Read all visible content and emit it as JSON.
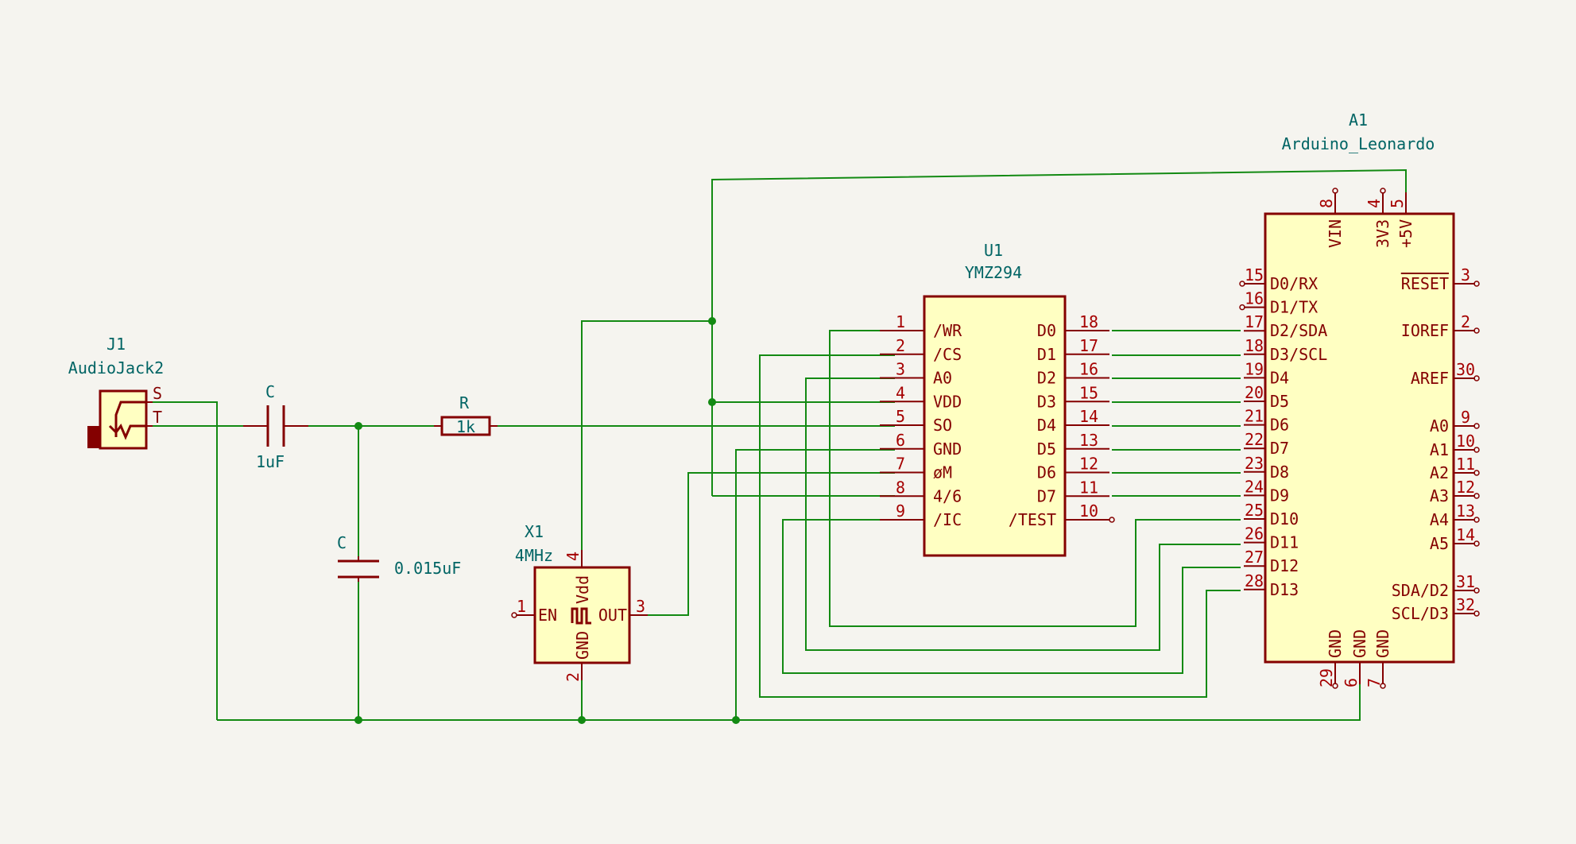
{
  "j1": {
    "ref": "J1",
    "value": "AudioJack2",
    "pins": {
      "s": "S",
      "t": "T"
    }
  },
  "c1": {
    "ref": "C",
    "value": "1uF"
  },
  "c2": {
    "ref": "C",
    "value": "0.015uF"
  },
  "r1": {
    "ref": "R",
    "value": "1k"
  },
  "x1": {
    "ref": "X1",
    "value": "4MHz",
    "pins": [
      {
        "num": "1",
        "name": "EN"
      },
      {
        "num": "3",
        "name": "OUT"
      },
      {
        "num": "4",
        "name": "Vdd"
      },
      {
        "num": "2",
        "name": "GND"
      }
    ]
  },
  "u1": {
    "ref": "U1",
    "value": "YMZ294",
    "left_pins": [
      {
        "num": "1",
        "name": "/WR"
      },
      {
        "num": "2",
        "name": "/CS"
      },
      {
        "num": "3",
        "name": "A0"
      },
      {
        "num": "4",
        "name": "VDD"
      },
      {
        "num": "5",
        "name": "SO"
      },
      {
        "num": "6",
        "name": "GND"
      },
      {
        "num": "7",
        "name": "øM"
      },
      {
        "num": "8",
        "name": "4/6"
      },
      {
        "num": "9",
        "name": "/IC"
      }
    ],
    "right_pins": [
      {
        "num": "18",
        "name": "D0"
      },
      {
        "num": "17",
        "name": "D1"
      },
      {
        "num": "16",
        "name": "D2"
      },
      {
        "num": "15",
        "name": "D3"
      },
      {
        "num": "14",
        "name": "D4"
      },
      {
        "num": "13",
        "name": "D5"
      },
      {
        "num": "12",
        "name": "D6"
      },
      {
        "num": "11",
        "name": "D7"
      },
      {
        "num": "10",
        "name": "/TEST"
      }
    ]
  },
  "a1": {
    "ref": "A1",
    "value": "Arduino_Leonardo",
    "left_pins": [
      {
        "num": "15",
        "name": "D0/RX"
      },
      {
        "num": "16",
        "name": "D1/TX"
      },
      {
        "num": "17",
        "name": "D2/SDA"
      },
      {
        "num": "18",
        "name": "D3/SCL"
      },
      {
        "num": "19",
        "name": "D4"
      },
      {
        "num": "20",
        "name": "D5"
      },
      {
        "num": "21",
        "name": "D6"
      },
      {
        "num": "22",
        "name": "D7"
      },
      {
        "num": "23",
        "name": "D8"
      },
      {
        "num": "24",
        "name": "D9"
      },
      {
        "num": "25",
        "name": "D10"
      },
      {
        "num": "26",
        "name": "D11"
      },
      {
        "num": "27",
        "name": "D12"
      },
      {
        "num": "28",
        "name": "D13"
      }
    ],
    "right_pins": [
      {
        "num": "3",
        "name": "RESET"
      },
      {
        "num": "2",
        "name": "IOREF"
      },
      {
        "num": "30",
        "name": "AREF"
      },
      {
        "num": "9",
        "name": "A0"
      },
      {
        "num": "10",
        "name": "A1"
      },
      {
        "num": "11",
        "name": "A2"
      },
      {
        "num": "12",
        "name": "A3"
      },
      {
        "num": "13",
        "name": "A4"
      },
      {
        "num": "14",
        "name": "A5"
      },
      {
        "num": "31",
        "name": "SDA/D2"
      },
      {
        "num": "32",
        "name": "SCL/D3"
      }
    ],
    "top_pins": [
      {
        "num": "8",
        "name": "VIN"
      },
      {
        "num": "4",
        "name": "3V3"
      },
      {
        "num": "5",
        "name": "+5V"
      }
    ],
    "bottom_pins": [
      {
        "num": "29",
        "name": "GND"
      },
      {
        "num": "6",
        "name": "GND"
      },
      {
        "num": "7",
        "name": "GND"
      }
    ]
  }
}
